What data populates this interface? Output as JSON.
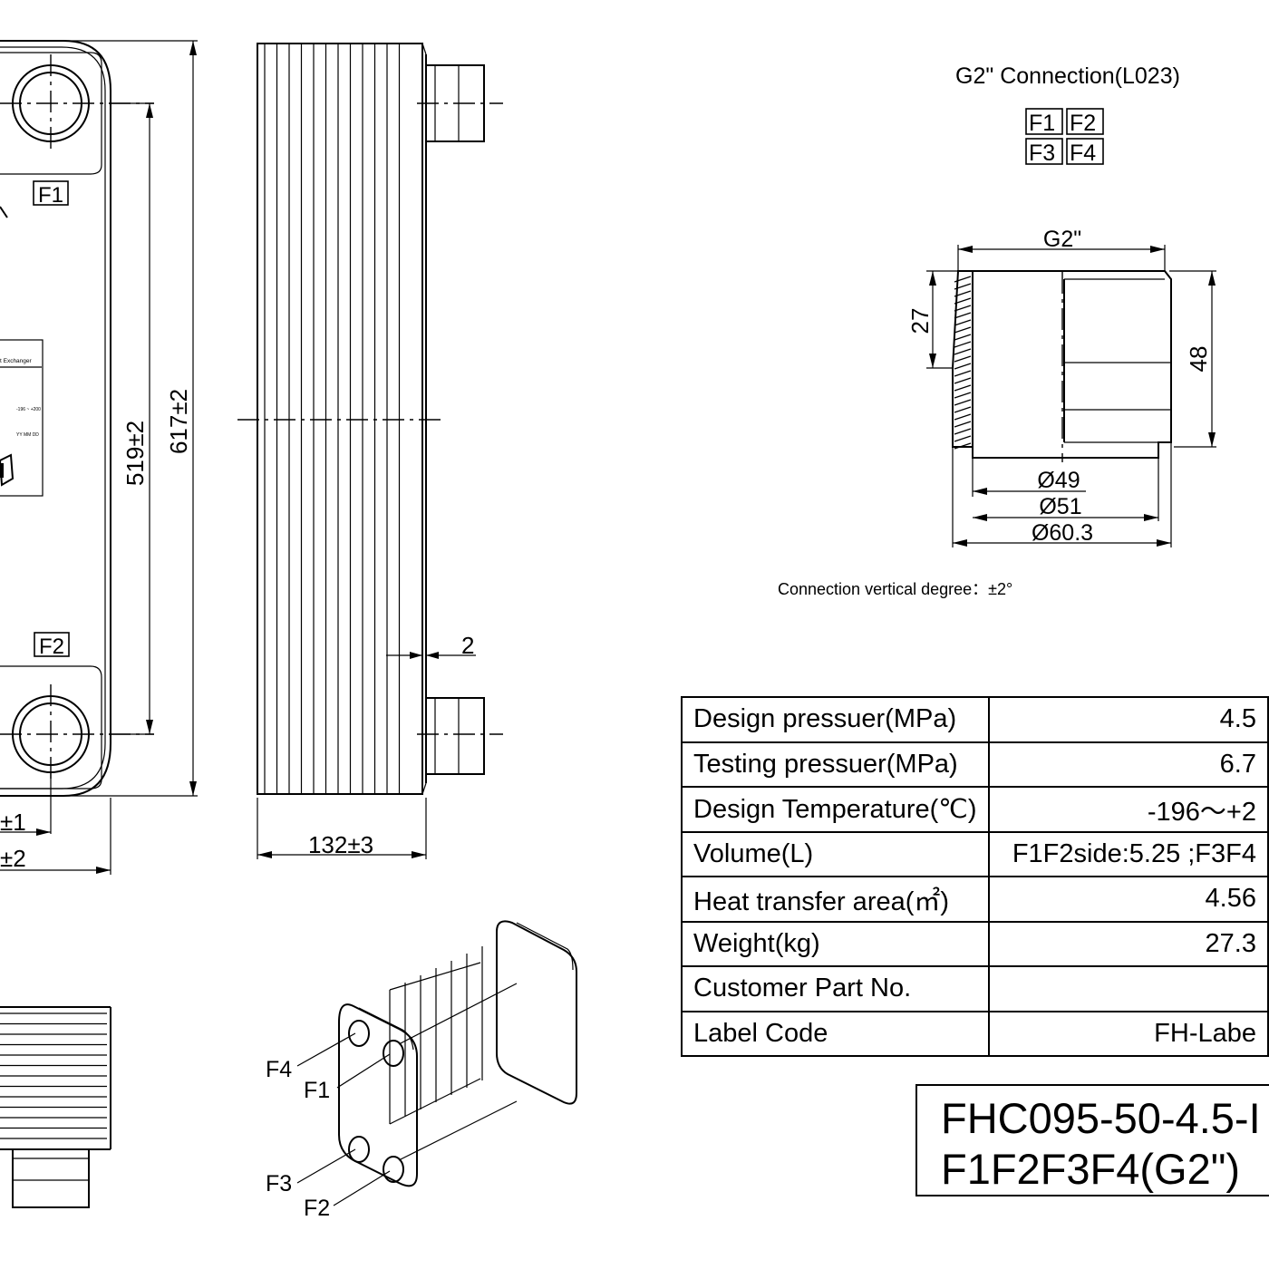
{
  "front_view": {
    "port_labels": [
      "F1",
      "F2"
    ],
    "dim_port_spacing": "519±2",
    "dim_overall_height": "617±2",
    "dim_bottom_1": "±1",
    "dim_bottom_2": "±2"
  },
  "side_view": {
    "dim_depth": "132±3",
    "dim_thickness": "2"
  },
  "iso_view": {
    "callouts": [
      "F4",
      "F1",
      "F3",
      "F2"
    ]
  },
  "connection": {
    "title": "G2\" Connection(L023)",
    "layout": [
      "F1",
      "F2",
      "F3",
      "F4"
    ],
    "thread_label": "G2\"",
    "dim_27": "27",
    "dim_48": "48",
    "dia_49": "Ø49",
    "dia_51": "Ø51",
    "dia_60": "Ø60.3",
    "note": "Connection vertical degree：±2°"
  },
  "spec_table": {
    "rows": [
      {
        "key": "Design pressuer(MPa)",
        "value": "4.5"
      },
      {
        "key": "Testing pressuer(MPa)",
        "value": "6.7"
      },
      {
        "key": "Design Temperature(℃)",
        "value": "-196～+2"
      },
      {
        "key": "Volume(L)",
        "value": "F1F2side:5.25 ;F3F4"
      },
      {
        "key": "Heat transfer area(㎡)",
        "value": "4.56"
      },
      {
        "key": "Weight(kg)",
        "value": "27.3"
      },
      {
        "key": "Customer Part No.",
        "value": ""
      },
      {
        "key": "Label Code",
        "value": "FH-Labe"
      }
    ]
  },
  "model": {
    "line1": "FHC095-50-4.5-I",
    "line2": "F1F2F3F4(G2\")"
  }
}
